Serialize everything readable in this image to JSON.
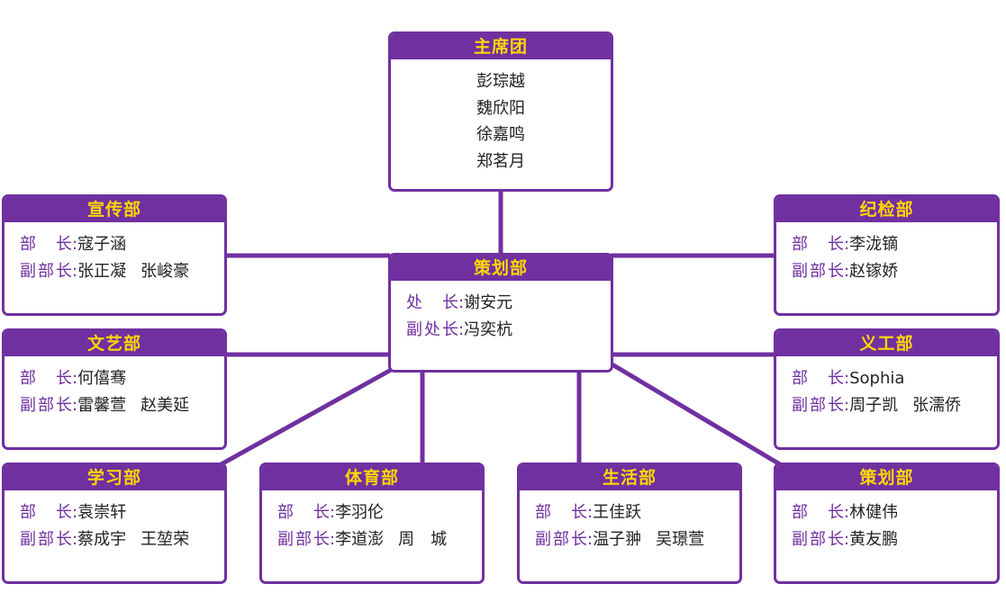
{
  "colors": {
    "border": "#7030a0",
    "header": "#7030a0",
    "title_text": "#ffd700",
    "label": "#7030a0"
  },
  "presidium": {
    "title": "主席团",
    "members": [
      "彭琮越",
      "魏欣阳",
      "徐嘉鸣",
      "郑茗月"
    ]
  },
  "planning_center": {
    "title": "策划部",
    "head_label": "处",
    "head_label_2": "长",
    "head_sep": ":",
    "head": "谢安元",
    "deputy_label": "副处长",
    "deputy_sep": ":",
    "deputy": "冯奕杭"
  },
  "departments": {
    "publicity": {
      "title": "宣传部",
      "head": "寇子涵",
      "deputies": [
        "张正凝",
        "张峻豪"
      ]
    },
    "discipline": {
      "title": "纪检部",
      "head": "李泷镝",
      "deputies": [
        "赵镓娇"
      ]
    },
    "arts": {
      "title": "文艺部",
      "head": "何僖骞",
      "deputies": [
        "雷馨萱",
        "赵美延"
      ]
    },
    "volunteer": {
      "title": "义工部",
      "head": "Sophia",
      "deputies": [
        "周子凯",
        "张濡侨"
      ]
    },
    "study": {
      "title": "学习部",
      "head": "袁崇轩",
      "deputies": [
        "蔡成宇",
        "王堃荣"
      ]
    },
    "sports": {
      "title": "体育部",
      "head": "李羽伦",
      "deputies": [
        "李道澎",
        "周　城"
      ]
    },
    "life": {
      "title": "生活部",
      "head": "王佳跃",
      "deputies": [
        "温子翀",
        "吴璟萱"
      ]
    },
    "planning": {
      "title": "策划部",
      "head": "林健伟",
      "deputies": [
        "黄友鹏"
      ]
    }
  },
  "labels": {
    "head_a": "部",
    "head_b": "长",
    "deputy": "副部长",
    "sep": ":"
  }
}
